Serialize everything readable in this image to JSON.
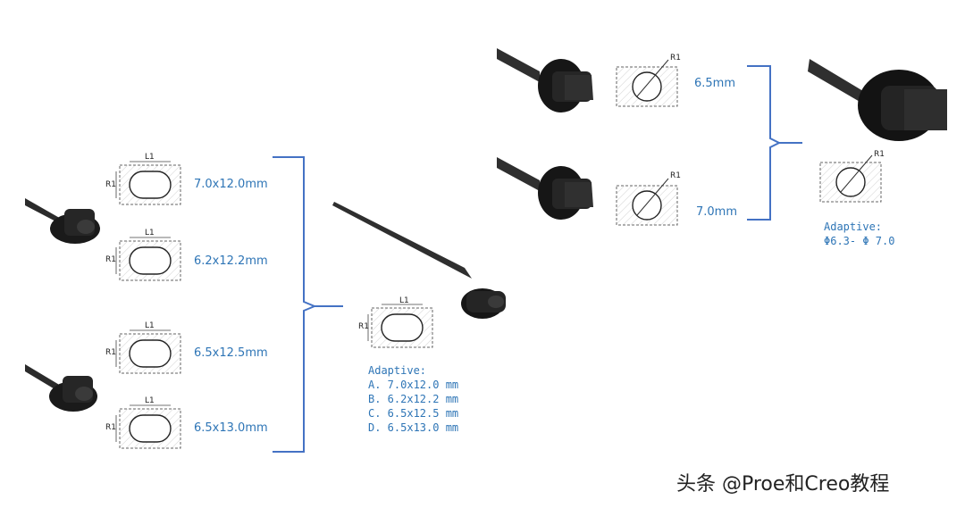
{
  "left_group": {
    "sizes": [
      "7.0x12.0mm",
      "6.2x12.2mm",
      "6.5x12.5mm",
      "6.5x13.0mm"
    ],
    "adaptive_title": "Adaptive:",
    "adaptive_items": [
      "A. 7.0x12.0 mm",
      "B. 6.2x12.2 mm",
      "C. 6.5x12.5 mm",
      "D. 6.5x13.0 mm"
    ],
    "hole_labels": {
      "length": "L1",
      "radius": "R1"
    }
  },
  "right_group": {
    "sizes": [
      "6.5mm",
      "7.0mm"
    ],
    "adaptive_title": "Adaptive:",
    "adaptive_range": "Φ6.3- Φ 7.0",
    "hole_label": "R1"
  },
  "watermark": "头条 @Proe和Creo教程",
  "colors": {
    "accent": "#2e75b6",
    "part": "#1a1a1a"
  }
}
